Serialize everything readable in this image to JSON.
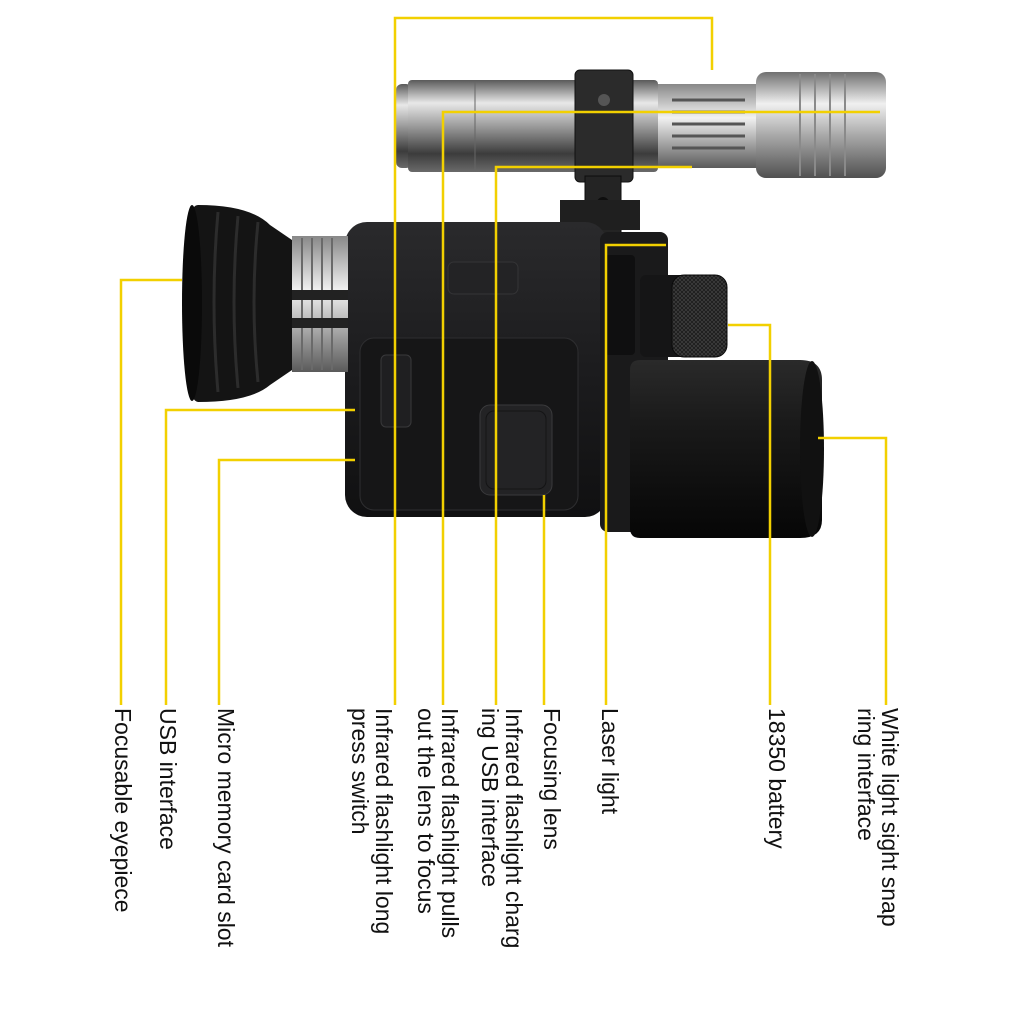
{
  "colors": {
    "leader_line": "#f2d000",
    "device_body": "#1e1e20",
    "device_dark": "#0d0d0e",
    "metal_light": "#e4e4e4",
    "metal_mid": "#9a9a9a",
    "metal_dark": "#4a4a4a",
    "text": "#111111"
  },
  "labels": [
    {
      "id": "focusable-eyepiece",
      "text": "Focusable eyepiece"
    },
    {
      "id": "usb-interface",
      "text": "USB interface"
    },
    {
      "id": "micro-memory-card-slot",
      "text": "Micro memory card slot"
    },
    {
      "id": "infrared-flashlight-long-press-switch",
      "text": "Infrared flashlight long\npress switch"
    },
    {
      "id": "infrared-flashlight-pulls-out-lens",
      "text": "Infrared flashlight pulls\nout the lens to focus"
    },
    {
      "id": "infrared-flashlight-charging-usb",
      "text": "Infrared flashlight charg\ning USB interface"
    },
    {
      "id": "focusing-lens",
      "text": "Focusing lens"
    },
    {
      "id": "laser-light",
      "text": "Laser light"
    },
    {
      "id": "battery-18350",
      "text": "18350 battery"
    },
    {
      "id": "white-light-sight-snap-ring",
      "text": "White light sight snap\nring interface"
    }
  ]
}
